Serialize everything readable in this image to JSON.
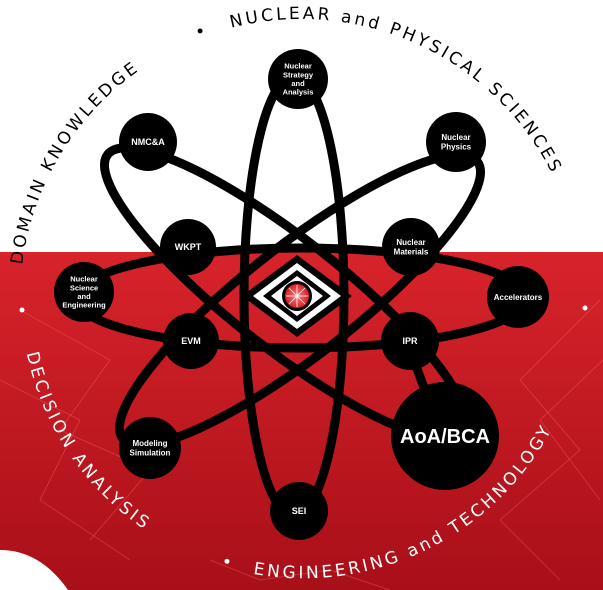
{
  "colors": {
    "red_top": "#d41e27",
    "red_bottom": "#b0101a",
    "node": "#000000",
    "white": "#ffffff",
    "emblem_red": "#e32028"
  },
  "arc_labels": {
    "top_right": "NUCLEAR and PHYSICAL SCIENCES",
    "top_left": "DOMAIN KNOWLEDGE",
    "bottom_left": "DECISION ANALYSIS",
    "bottom_right": "ENGINEERING and TECHNOLOGY"
  },
  "nodes": [
    {
      "id": "nsa",
      "lines": [
        "Nuclear",
        "Strategy",
        "and",
        "Analysis"
      ]
    },
    {
      "id": "nmca",
      "lines": [
        "NMC&A"
      ]
    },
    {
      "id": "physics",
      "lines": [
        "Nuclear",
        "Physics"
      ]
    },
    {
      "id": "wkpt",
      "lines": [
        "WKPT"
      ]
    },
    {
      "id": "materials",
      "lines": [
        "Nuclear",
        "Materials"
      ]
    },
    {
      "id": "nse",
      "lines": [
        "Nuclear",
        "Science",
        "and",
        "Engineering"
      ]
    },
    {
      "id": "accel",
      "lines": [
        "Accelerators"
      ]
    },
    {
      "id": "evm",
      "lines": [
        "EVM"
      ]
    },
    {
      "id": "ipr",
      "lines": [
        "IPR"
      ]
    },
    {
      "id": "modsim",
      "lines": [
        "Modeling",
        "Simulation"
      ]
    },
    {
      "id": "aoa",
      "lines": [
        "AoA/BCA"
      ]
    },
    {
      "id": "sei",
      "lines": [
        "SEI"
      ]
    }
  ]
}
